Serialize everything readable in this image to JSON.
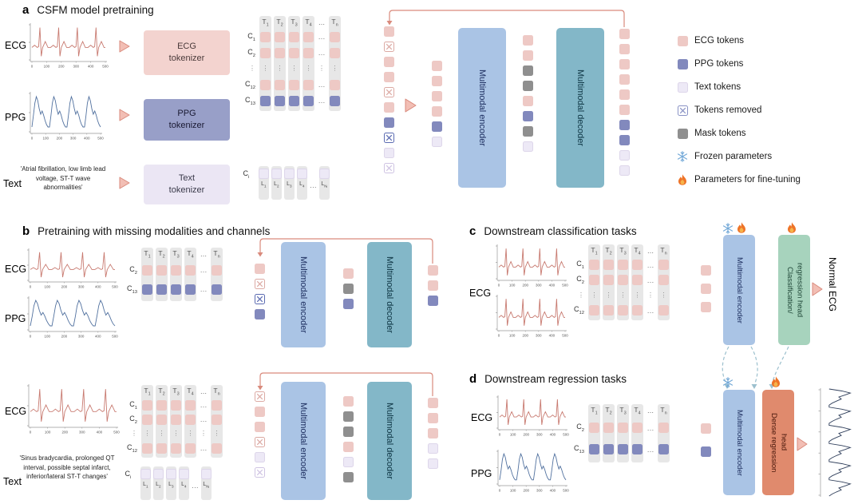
{
  "figure": {
    "panel_a_label": "a",
    "panel_a_title": "CSFM model pretraining",
    "panel_b_label": "b",
    "panel_b_title": "Pretraining with missing modalities and channels",
    "panel_c_label": "c",
    "panel_c_title": "Downstream classification tasks",
    "panel_d_label": "d",
    "panel_d_title": "Downstream regression tasks"
  },
  "labels": {
    "ecg": "ECG",
    "ppg": "PPG",
    "text": "Text",
    "ecg_tokenizer": "ECG\ntokenizer",
    "ppg_tokenizer": "PPG\ntokenizer",
    "text_tokenizer": "Text\ntokenizer",
    "multimodal_encoder": "Multimodal encoder",
    "multimodal_decoder": "Multimodal decoder",
    "classification_head": "Classification/\nregression head",
    "dense_head": "Dense regression\nhead",
    "normal_ecg": "Normal ECG",
    "ellipsis": "…",
    "vdots": "⋮"
  },
  "quotes": {
    "a_text": "'Atrial fibrillation, low limb lead voltage, ST-T wave abnormalities'",
    "b_text": "'Sinus bradycardia, prolonged QT interval, possible septal infarct, inferior/lateral ST-T changes'"
  },
  "legend": {
    "items": [
      {
        "swatch": "ecg",
        "label": "ECG tokens"
      },
      {
        "swatch": "ppg",
        "label": "PPG tokens"
      },
      {
        "swatch": "text",
        "label": "Text tokens"
      },
      {
        "swatch": "removed",
        "label": "Tokens removed"
      },
      {
        "swatch": "mask",
        "label": "Mask tokens"
      },
      {
        "swatch": "snowflake",
        "label": "Frozen parameters"
      },
      {
        "swatch": "fire",
        "label": "Parameters for fine-tuning"
      }
    ]
  },
  "colors": {
    "ecg_token": "#eec9c5",
    "ppg_token": "#8289bd",
    "text_token": "#ede9f6",
    "mask_token": "#8f8f8f",
    "removed_ecg": "#dcaaa4",
    "removed_ppg": "#5c6cb2",
    "removed_text": "#cfc4e3",
    "removed_legend": "#8a93c5",
    "encoder": "#aac4e5",
    "decoder": "#83b7c8",
    "class_head": "#a7d3bd",
    "dense_head": "#e08a6d",
    "tokenizer_ecg": "#f3d3cf",
    "tokenizer_ppg": "#989fc8",
    "tokenizer_text": "#ebe6f4",
    "arrow": "#d98a7c",
    "arrow_fill": "#f2beb4",
    "dashed": "#9cc0ce",
    "ecg_line": "#c87a70",
    "ppg_line": "#51719f",
    "abp_line": "#31405c",
    "strip": "#e7e7e7",
    "snowflake": "#74a9d8",
    "flame_outer": "#ee7428",
    "flame_inner": "#f6b44b"
  },
  "axis": {
    "x_ticks": [
      "0",
      "100",
      "200",
      "300",
      "400",
      "500"
    ]
  },
  "waveforms": {
    "ecg": [
      0.66,
      0.63,
      0.6,
      0.63,
      0.66,
      0.64,
      0.12,
      0.9,
      0.66,
      0.58,
      0.5,
      0.58,
      0.66,
      0.66
    ],
    "ppg": [
      0.88,
      0.6,
      0.28,
      0.12,
      0.22,
      0.42,
      0.56,
      0.48,
      0.58,
      0.72,
      0.82,
      0.88
    ],
    "abp": [
      0.82,
      0.4,
      0.12,
      0.3,
      0.5,
      0.42,
      0.58,
      0.72,
      0.82
    ]
  },
  "plots": {
    "a_ecg": {
      "cycle": "ecg",
      "repeats": 4,
      "color": "ecg_line",
      "ticks": true
    },
    "a_ppg": {
      "cycle": "ppg",
      "repeats": 4,
      "color": "ppg_line",
      "ticks": true
    },
    "b1_ecg": {
      "cycle": "ecg",
      "repeats": 4,
      "color": "ecg_line",
      "ticks": true
    },
    "b1_ppg": {
      "cycle": "ppg",
      "repeats": 4,
      "color": "ppg_line",
      "ticks": true
    },
    "b2_ecg": {
      "cycle": "ecg",
      "repeats": 4,
      "color": "ecg_line",
      "ticks": true
    },
    "c_ecg1": {
      "cycle": "ecg",
      "repeats": 4,
      "color": "ecg_line",
      "ticks": true
    },
    "c_ecg2": {
      "cycle": "ecg",
      "repeats": 4,
      "color": "ecg_line",
      "ticks": true
    },
    "d_ecg": {
      "cycle": "ecg",
      "repeats": 4,
      "color": "ecg_line",
      "ticks": true
    },
    "d_ppg": {
      "cycle": "ppg",
      "repeats": 4,
      "color": "ppg_line",
      "ticks": true
    },
    "d_out": {
      "cycle": "abp",
      "repeats": 6,
      "color": "abp_line",
      "vertical": true
    }
  },
  "matrices": {
    "a": {
      "headers": [
        [
          "T",
          "1"
        ],
        [
          "T",
          "2"
        ],
        [
          "T",
          "3"
        ],
        [
          "T",
          "4"
        ],
        [
          "…",
          ""
        ],
        [
          "T",
          "n"
        ]
      ],
      "rows": [
        {
          "label": [
            "C",
            "1"
          ],
          "type": "ecg"
        },
        {
          "label": [
            "C",
            "2"
          ],
          "type": "ecg"
        },
        {
          "dots": true
        },
        {
          "label": [
            "C",
            "12"
          ],
          "type": "ecg"
        },
        {
          "label": [
            "C",
            "13"
          ],
          "type": "ppg"
        }
      ],
      "text_row": {
        "label": [
          "C",
          "i"
        ],
        "labels": [
          [
            "L",
            "1"
          ],
          [
            "L",
            "2"
          ],
          [
            "L",
            "3"
          ],
          [
            "L",
            "4"
          ],
          [
            "…",
            ""
          ],
          [
            "L",
            "Nᵢ"
          ]
        ]
      }
    },
    "b1": {
      "headers": [
        [
          "T",
          "1"
        ],
        [
          "T",
          "2"
        ],
        [
          "T",
          "3"
        ],
        [
          "T",
          "4"
        ],
        [
          "…",
          ""
        ],
        [
          "T",
          "n"
        ]
      ],
      "rows": [
        {
          "label": [
            "C",
            "2"
          ],
          "type": "ecg"
        },
        {
          "label": [
            "C",
            "13"
          ],
          "type": "ppg"
        }
      ]
    },
    "b2": {
      "headers": [
        [
          "T",
          "1"
        ],
        [
          "T",
          "2"
        ],
        [
          "T",
          "3"
        ],
        [
          "T",
          "4"
        ],
        [
          "…",
          ""
        ],
        [
          "T",
          "n"
        ]
      ],
      "rows": [
        {
          "label": [
            "C",
            "1"
          ],
          "type": "ecg"
        },
        {
          "label": [
            "C",
            "2"
          ],
          "type": "ecg"
        },
        {
          "dots": true
        },
        {
          "label": [
            "C",
            "12"
          ],
          "type": "ecg"
        }
      ],
      "text_row": {
        "label": [
          "C",
          "i"
        ],
        "labels": [
          [
            "L",
            "1"
          ],
          [
            "L",
            "2"
          ],
          [
            "L",
            "3"
          ],
          [
            "L",
            "4"
          ],
          [
            "…",
            ""
          ],
          [
            "L",
            "Nᵢ"
          ]
        ]
      }
    },
    "c": {
      "headers": [
        [
          "T",
          "1"
        ],
        [
          "T",
          "2"
        ],
        [
          "T",
          "3"
        ],
        [
          "T",
          "4"
        ],
        [
          "…",
          ""
        ],
        [
          "T",
          "n"
        ]
      ],
      "rows": [
        {
          "label": [
            "C",
            "1"
          ],
          "type": "ecg"
        },
        {
          "label": [
            "C",
            "2"
          ],
          "type": "ecg"
        },
        {
          "dots": true
        },
        {
          "label": [
            "C",
            "12"
          ],
          "type": "ecg"
        }
      ]
    },
    "d": {
      "headers": [
        [
          "T",
          "1"
        ],
        [
          "T",
          "2"
        ],
        [
          "T",
          "3"
        ],
        [
          "T",
          "4"
        ],
        [
          "…",
          ""
        ],
        [
          "T",
          "n"
        ]
      ],
      "rows": [
        {
          "label": [
            "C",
            "2"
          ],
          "type": "ecg"
        },
        {
          "label": [
            "C",
            "13"
          ],
          "type": "ppg"
        }
      ]
    }
  },
  "token_columns": {
    "a_in": [
      "ecg",
      "removed-ecg",
      "ecg",
      "ecg",
      "removed-ecg",
      "ecg",
      "ppg",
      "removed-ppg",
      "text",
      "removed-text"
    ],
    "a_enc": [
      "ecg",
      "ecg",
      "ecg",
      "ecg",
      "ppg",
      "text"
    ],
    "a_mid": [
      "ecg",
      "ecg",
      "mask",
      "mask",
      "ecg",
      "ppg",
      "mask",
      "text"
    ],
    "a_out": [
      "ecg",
      "ecg",
      "ecg",
      "ecg",
      "ecg",
      "ecg",
      "ppg",
      "ppg",
      "text",
      "text"
    ],
    "b1_in": [
      "ecg",
      "removed-ecg",
      "removed-ppg",
      "ppg"
    ],
    "b1_mid": [
      "ecg",
      "mask",
      "ppg"
    ],
    "b1_out": [
      "ecg",
      "ecg",
      "ppg"
    ],
    "b2_in": [
      "removed-ecg",
      "ecg",
      "ecg",
      "removed-ecg",
      "text",
      "removed-text"
    ],
    "b2_mid": [
      "ecg",
      "mask",
      "mask",
      "ecg",
      "text",
      "mask"
    ],
    "b2_out": [
      "ecg",
      "ecg",
      "ecg",
      "text",
      "text"
    ],
    "c_in": [
      "ecg",
      "ecg",
      "ecg"
    ],
    "d_in": [
      "ecg",
      "ppg"
    ]
  }
}
